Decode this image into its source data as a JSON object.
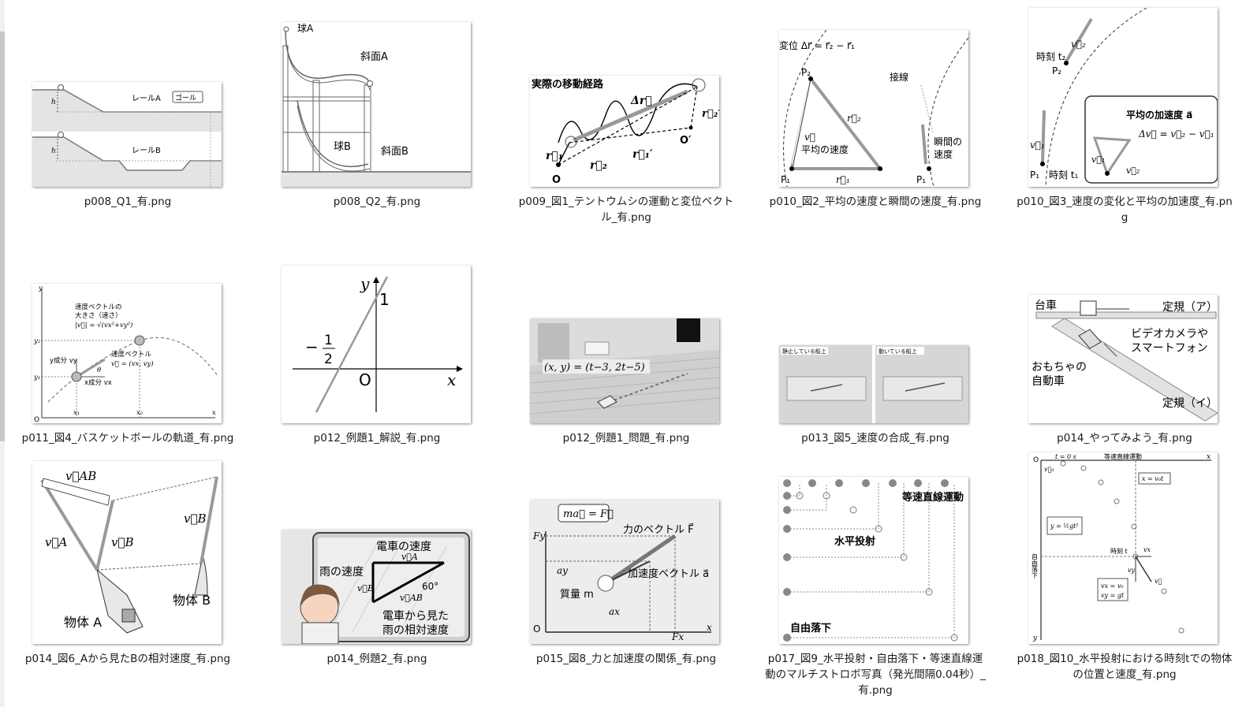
{
  "files": [
    {
      "name": "p008_Q1_有.png",
      "text": [
        "レールA",
        "ゴール",
        "レールB",
        "h",
        "h"
      ]
    },
    {
      "name": "p008_Q2_有.png",
      "text": [
        "球A",
        "斜面A",
        "球B",
        "斜面B"
      ]
    },
    {
      "name": "p009_図1_テントウムシの運動と変位ベクトル_有.png",
      "text": [
        "実際の移動経路",
        "Δr⃗",
        "r⃗₁",
        "r⃗₂",
        "r⃗₁′",
        "r⃗₂′",
        "O",
        "O′"
      ]
    },
    {
      "name": "p010_図2_平均の速度と瞬間の速度_有.png",
      "text": [
        "変位 Δr⃗ = r⃗₂ − r⃗₁",
        "接線",
        "P₂",
        "r⃗₂",
        "v⃗",
        "平均の速度",
        "瞬間の",
        "速度",
        "P₁",
        "r⃗₁",
        "P₁"
      ]
    },
    {
      "name": "p010_図3_速度の変化と平均の加速度_有.png",
      "text": [
        "v⃗₂",
        "時刻 t₂",
        "P₂",
        "v⃗₁",
        "P₁",
        "時刻 t₁",
        "平均の加速度 a⃗",
        "Δv⃗ = v⃗₂ − v⃗₁",
        "v⃗₁",
        "v⃗₂"
      ]
    },
    {
      "name": "p011_図4_バスケットボールの軌道_有.png",
      "text": [
        "速度ベクトルの",
        "大きさ（速さ）",
        "|v⃗| = √(vx²+vy²)",
        "速度ベクトル",
        "v⃗ = (vx, vy)",
        "y成分 vy",
        "x成分 vx",
        "θ",
        "y",
        "y₂",
        "y₁",
        "O",
        "x₁",
        "x₂",
        "x"
      ]
    },
    {
      "name": "p012_例題1_解説_有.png",
      "text": [
        "y",
        "1",
        "−",
        "1",
        "2",
        "O",
        "x"
      ]
    },
    {
      "name": "p012_例題1_問題_有.png",
      "text": [
        "(x, y) = (t−3, 2t−5)"
      ]
    },
    {
      "name": "p013_図5_速度の合成_有.png",
      "text": [
        "静止している船上",
        "動いている船上"
      ]
    },
    {
      "name": "p014_やってみよう_有.png",
      "text": [
        "台車",
        "定規（ア）",
        "ビデオカメラや",
        "スマートフォン",
        "おもちゃの",
        "自動車",
        "定規（イ）"
      ]
    },
    {
      "name": "p014_図6_Aから見たBの相対速度_有.png",
      "text": [
        "v⃗AB",
        "v⃗A",
        "v⃗B",
        "v⃗B",
        "物体 B",
        "物体 A"
      ]
    },
    {
      "name": "p014_例題2_有.png",
      "text": [
        "電車の速度",
        "v⃗A",
        "雨の速度",
        "v⃗B",
        "v⃗AB",
        "60°",
        "電車から見た",
        "雨の相対速度"
      ]
    },
    {
      "name": "p015_図8_力と加速度の関係_有.png",
      "text": [
        "ma⃗ = F⃗",
        "力のベクトル F⃗",
        "Fy",
        "ay",
        "加速度ベクトル a⃗",
        "質量 m",
        "ax",
        "O",
        "Fx",
        "x"
      ]
    },
    {
      "name": "p017_図9_水平投射・自由落下・等速直線運動のマルチストロボ写真（発光間隔0.04秒）_有.png",
      "text": [
        "等速直線運動",
        "水平投射",
        "自由落下"
      ]
    },
    {
      "name": "p018_図10_水平投射における時刻tでの物体の位置と速度_有.png",
      "text": [
        "O",
        "t = 0 s",
        "等速直線運動",
        "x",
        "v⃗₀",
        "x = v₀t",
        "y = ½gt²",
        "時刻 t",
        "vx",
        "vy",
        "v⃗",
        "vx = v₀",
        "vy = gt",
        "自由落下",
        "y"
      ]
    }
  ]
}
